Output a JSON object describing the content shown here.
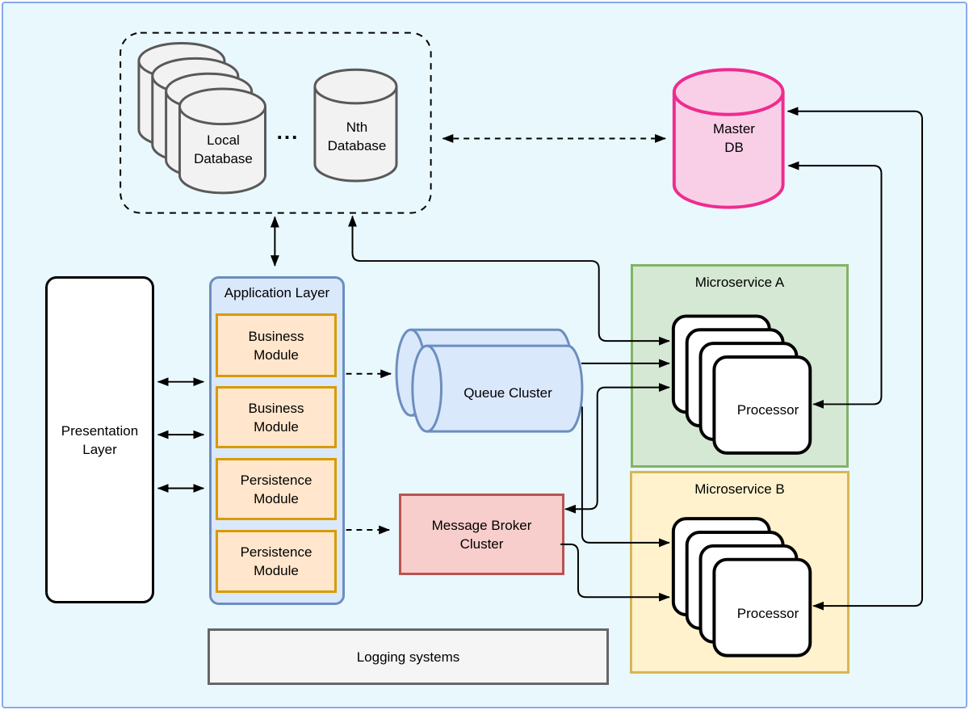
{
  "colors": {
    "canvas-bg": "#e9f8fc",
    "canvas-border": "#8aa8f0",
    "gray-fill": "#f2f2f2",
    "gray-stroke": "#595959",
    "pink-fill": "#f9cfe7",
    "pink-stroke": "#ee2c90",
    "blue-fill": "#dae8fc",
    "blue-stroke": "#6c8ebf",
    "orange-fill": "#ffe6cc",
    "orange-stroke": "#d79b00",
    "green-fill": "#d5e8d4",
    "green-stroke": "#82b366",
    "yellow-fill": "#fff2cc",
    "yellow-stroke": "#d6b656",
    "red-fill": "#f8cecc",
    "red-stroke": "#b85450",
    "logging-fill": "#f5f5f5",
    "logging-stroke": "#666666",
    "line": "#000000"
  },
  "database_cluster": {
    "local_db": {
      "line1": "Local",
      "line2": "Database"
    },
    "ellipsis": "...",
    "nth_db": {
      "line1": "Nth",
      "line2": "Database"
    }
  },
  "master_db": {
    "line1": "Master",
    "line2": "DB"
  },
  "presentation_layer": {
    "line1": "Presentation",
    "line2": "Layer"
  },
  "application_layer": {
    "title": "Application Layer",
    "modules": [
      {
        "line1": "Business",
        "line2": "Module"
      },
      {
        "line1": "Business",
        "line2": "Module"
      },
      {
        "line1": "Persistence",
        "line2": "Module"
      },
      {
        "line1": "Persistence",
        "line2": "Module"
      }
    ]
  },
  "queue_cluster": {
    "label": "Queue Cluster"
  },
  "message_broker": {
    "line1": "Message Broker",
    "line2": "Cluster"
  },
  "microservice_a": {
    "title": "Microservice A",
    "processor_label": "Processor"
  },
  "microservice_b": {
    "title": "Microservice B",
    "processor_label": "Processor"
  },
  "logging": {
    "label": "Logging systems"
  }
}
